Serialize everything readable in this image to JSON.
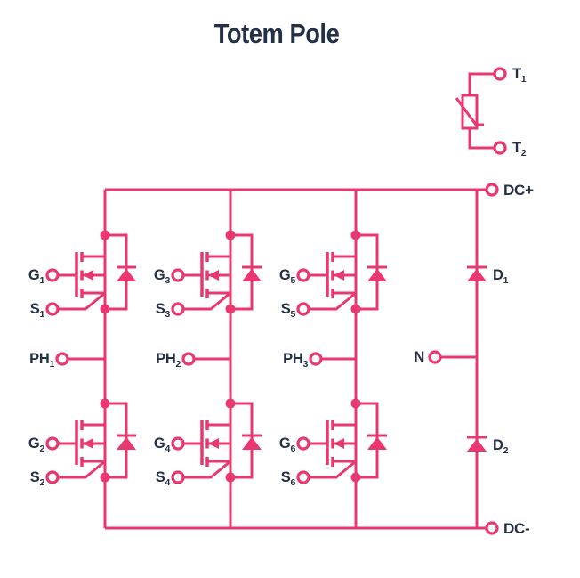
{
  "title": "Totem Pole",
  "colors": {
    "circuit": "#e8386f",
    "label": "#243047",
    "background": "#ffffff"
  },
  "rails": {
    "dc_plus": "DC+",
    "dc_minus": "DC-"
  },
  "thermistor": {
    "t1": {
      "text": "T",
      "sub": "1"
    },
    "t2": {
      "text": "T",
      "sub": "2"
    }
  },
  "clamp_diodes": {
    "d1": {
      "text": "D",
      "sub": "1"
    },
    "d2": {
      "text": "D",
      "sub": "2"
    }
  },
  "neutral": {
    "text": "N",
    "sub": ""
  },
  "phases": [
    {
      "text": "PH",
      "sub": "1"
    },
    {
      "text": "PH",
      "sub": "2"
    },
    {
      "text": "PH",
      "sub": "3"
    }
  ],
  "mosfets": [
    {
      "gate": {
        "text": "G",
        "sub": "1"
      },
      "source": {
        "text": "S",
        "sub": "1"
      }
    },
    {
      "gate": {
        "text": "G",
        "sub": "3"
      },
      "source": {
        "text": "S",
        "sub": "3"
      }
    },
    {
      "gate": {
        "text": "G",
        "sub": "5"
      },
      "source": {
        "text": "S",
        "sub": "5"
      }
    },
    {
      "gate": {
        "text": "G",
        "sub": "2"
      },
      "source": {
        "text": "S",
        "sub": "2"
      }
    },
    {
      "gate": {
        "text": "G",
        "sub": "4"
      },
      "source": {
        "text": "S",
        "sub": "4"
      }
    },
    {
      "gate": {
        "text": "G",
        "sub": "6"
      },
      "source": {
        "text": "S",
        "sub": "6"
      }
    }
  ]
}
